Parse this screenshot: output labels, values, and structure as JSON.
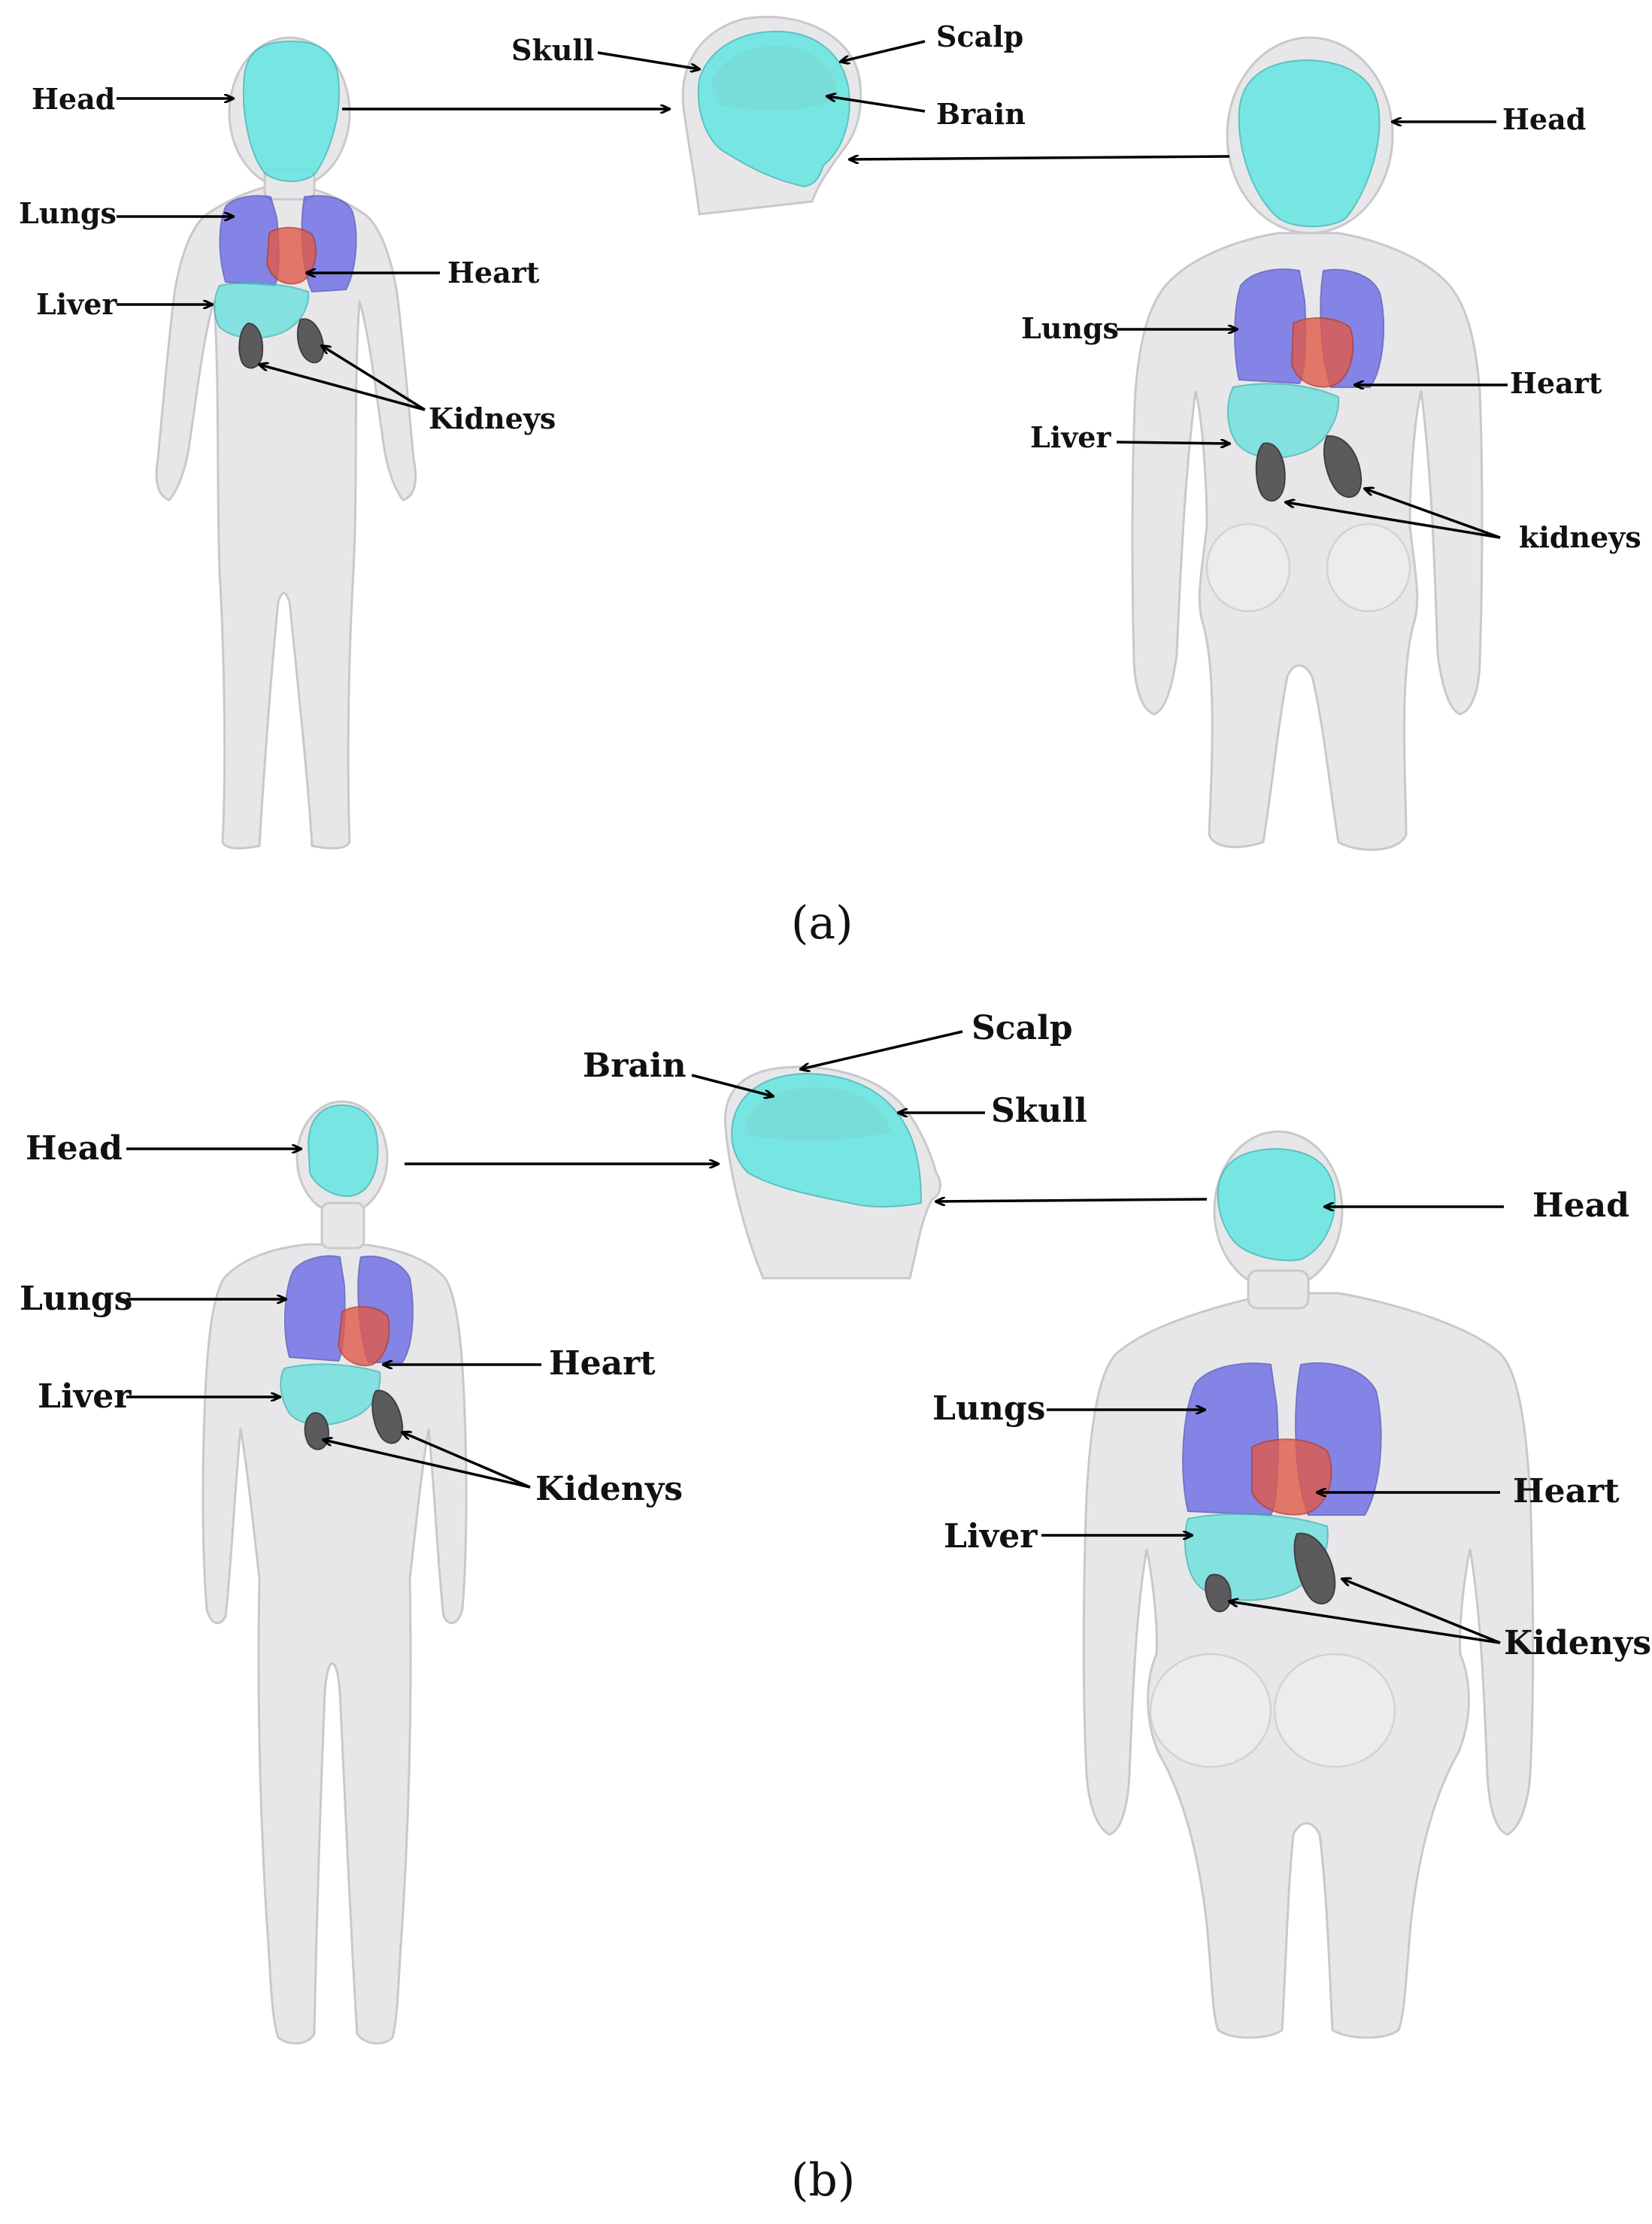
{
  "panel_a": {
    "caption": "(a)",
    "left_figure": {
      "head": "Head",
      "lungs": "Lungs",
      "liver": "Liver",
      "heart": "Heart",
      "kidneys": "Kidneys"
    },
    "head_detail": {
      "skull": "Skull",
      "scalp": "Scalp",
      "brain": "Brain"
    },
    "right_figure": {
      "head": "Head",
      "lungs": "Lungs",
      "liver": "Liver",
      "heart": "Heart",
      "kidneys": "kidneys"
    }
  },
  "panel_b": {
    "caption": "(b)",
    "left_figure": {
      "head": "Head",
      "lungs": "Lungs",
      "liver": "Liver",
      "heart": "Heart",
      "kidneys": "Kidenys"
    },
    "head_detail": {
      "brain": "Brain",
      "scalp": "Scalp",
      "skull": "Skull"
    },
    "right_figure": {
      "head": "Head",
      "lungs": "Lungs",
      "liver": "Liver",
      "heart": "Heart",
      "kidneys": "Kidenys"
    }
  },
  "colors": {
    "body": "#e7e7e9",
    "head_organs": "#5fe6e2",
    "lungs": "#5a5be6",
    "heart": "#e05a4a",
    "liver": "#62e0de",
    "kidneys": "#5b5b5e"
  }
}
